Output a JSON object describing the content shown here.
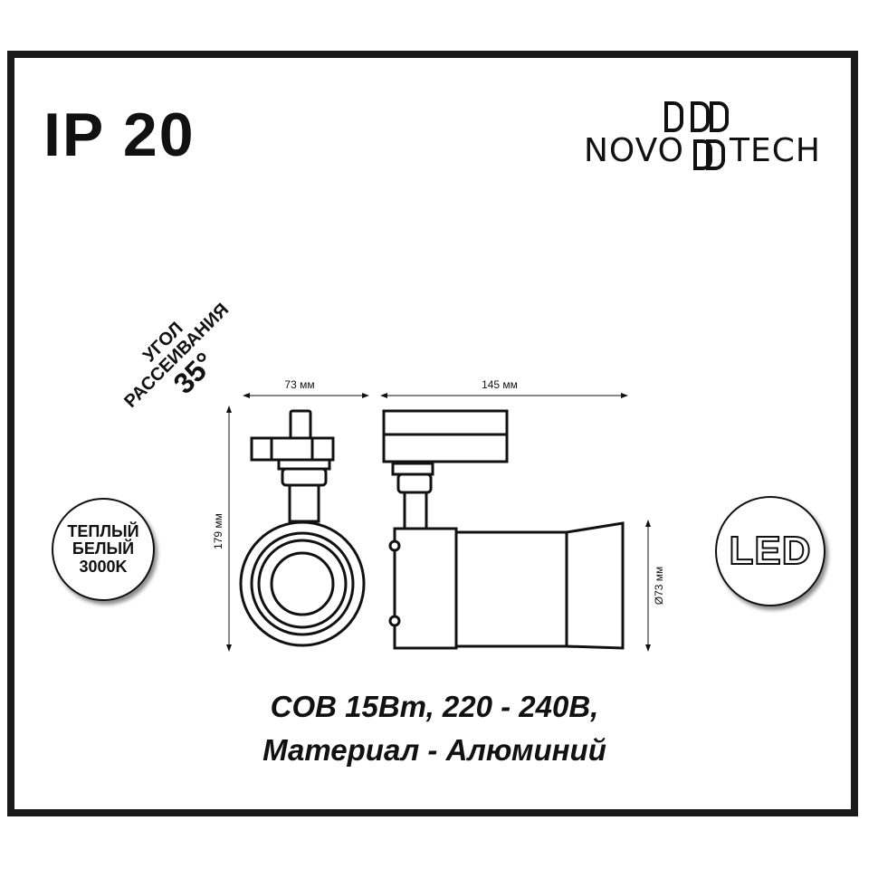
{
  "ip_rating": "IP 20",
  "brand": {
    "left": "NOVO",
    "right": "TECH"
  },
  "beam_angle": {
    "line1": "УГОЛ",
    "line2": "РАССЕИВАНИЯ",
    "line3": "35°"
  },
  "color_temp_badge": {
    "line1": "ТЕПЛЫЙ",
    "line2": "БЕЛЫЙ",
    "line3": "3000K"
  },
  "led_badge": "LED",
  "dimensions": {
    "width_front": "73 мм",
    "length_side": "145 мм",
    "height": "179 мм",
    "diameter": "Ø73 мм"
  },
  "specs": {
    "line1": "COB 15Вт, 220 - 240В,",
    "line2": "Материал - Алюминий"
  }
}
